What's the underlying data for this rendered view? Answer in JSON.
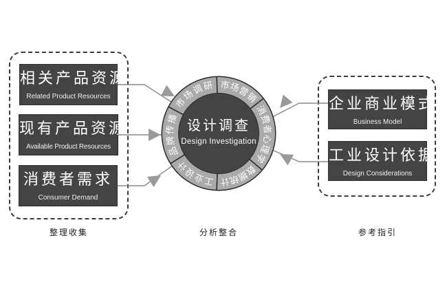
{
  "colors": {
    "box_fill": "#444444",
    "ring_fill": "#aaaaaa",
    "core_fill": "#444444",
    "connector": "#8a8a8a",
    "arrow": "#9a9a9a",
    "dash": "#3a3a3a"
  },
  "left_group": {
    "caption": "整理收集",
    "items": [
      {
        "zh": "相关产品资源",
        "en": "Related Product Resources"
      },
      {
        "zh": "现有产品资源",
        "en": "Available Product Resources"
      },
      {
        "zh": "消费者需求",
        "en": "Consumer Demand"
      }
    ]
  },
  "center": {
    "caption": "分析整合",
    "title_zh": "设计调查",
    "title_en": "Design Investigation",
    "ring_segments": [
      {
        "label": "市场调研"
      },
      {
        "label": "市场营销"
      },
      {
        "label": "消费者心理学"
      },
      {
        "label": "数据统计"
      },
      {
        "label": "工业设计"
      },
      {
        "label": "品牌传播"
      }
    ]
  },
  "right_group": {
    "caption": "参考指引",
    "items": [
      {
        "zh": "企业商业模式",
        "en": "Business Model"
      },
      {
        "zh": "工业设计依据",
        "en": "Design Considerations"
      }
    ]
  }
}
